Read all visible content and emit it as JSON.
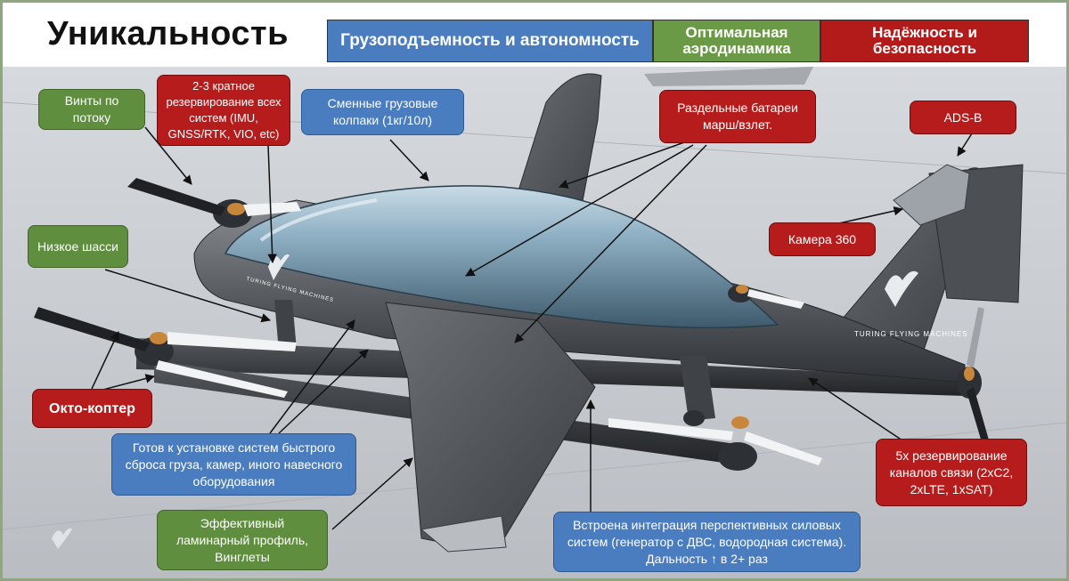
{
  "title": "Уникальность",
  "categories": {
    "load": "Грузоподъемность и автономность",
    "aero": "Оптимальная аэродинамика",
    "safety": "Надёжность и безопасность"
  },
  "callouts": {
    "props": "Винты по потоку",
    "redundancy_title": "2-3 кратное резервирование всех систем (IMU, GNSS/RTK, VIO, etc)",
    "caps": "Сменные грузовые колпаки (1кг/10л)",
    "batteries": "Раздельные батареи марш/взлет.",
    "adsb": "ADS-B",
    "gear": "Низкое шасси",
    "camera": "Камера 360",
    "octo": "Окто-коптер",
    "mount": "Готов к установке систем быстрого сброса груза, камер, иного навесного оборудования",
    "links": "5x резервирование каналов связи (2xC2, 2xLTE, 1xSAT)",
    "profile": "Эффективный ламинарный профиль, Винглеты",
    "power": "Встроена интеграция перспективных силовых систем (генератор с ДВС, водородная система). Дальность ↑ в 2+ раз"
  },
  "branding": {
    "fuselage": "TURING FLYING MACHINES",
    "tail": "TURING FLYING MACHINES"
  },
  "colors": {
    "blue": "#4a7cc0",
    "green": "#6b9a46",
    "red": "#b31b1b",
    "frame": "#8fa585"
  }
}
